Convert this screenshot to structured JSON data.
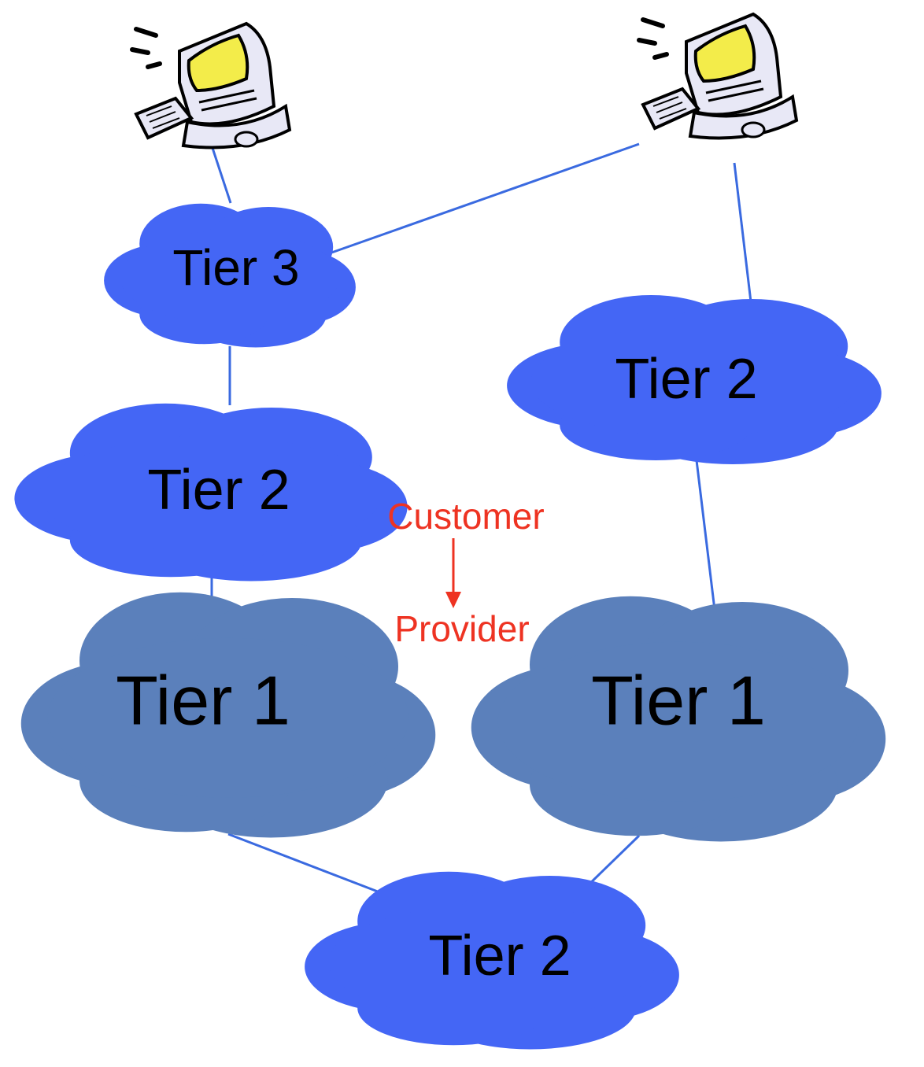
{
  "colors": {
    "tier_light": "#4466f5",
    "tier_dark": "#5b80bb",
    "link": "#3a6ae0",
    "legend": "#ee3322",
    "monitor_screen": "#f3ec4a",
    "computer_body": "#e8e8f6"
  },
  "icons": {
    "computer": "desktop-computer-icon"
  },
  "nodes": {
    "tier3": {
      "label": "Tier 3"
    },
    "tier2_left": {
      "label": "Tier 2"
    },
    "tier2_right": {
      "label": "Tier 2"
    },
    "tier1_left": {
      "label": "Tier 1"
    },
    "tier1_right": {
      "label": "Tier 1"
    },
    "tier2_bottom": {
      "label": "Tier 2"
    }
  },
  "legend": {
    "top": "Customer",
    "bottom": "Provider"
  }
}
